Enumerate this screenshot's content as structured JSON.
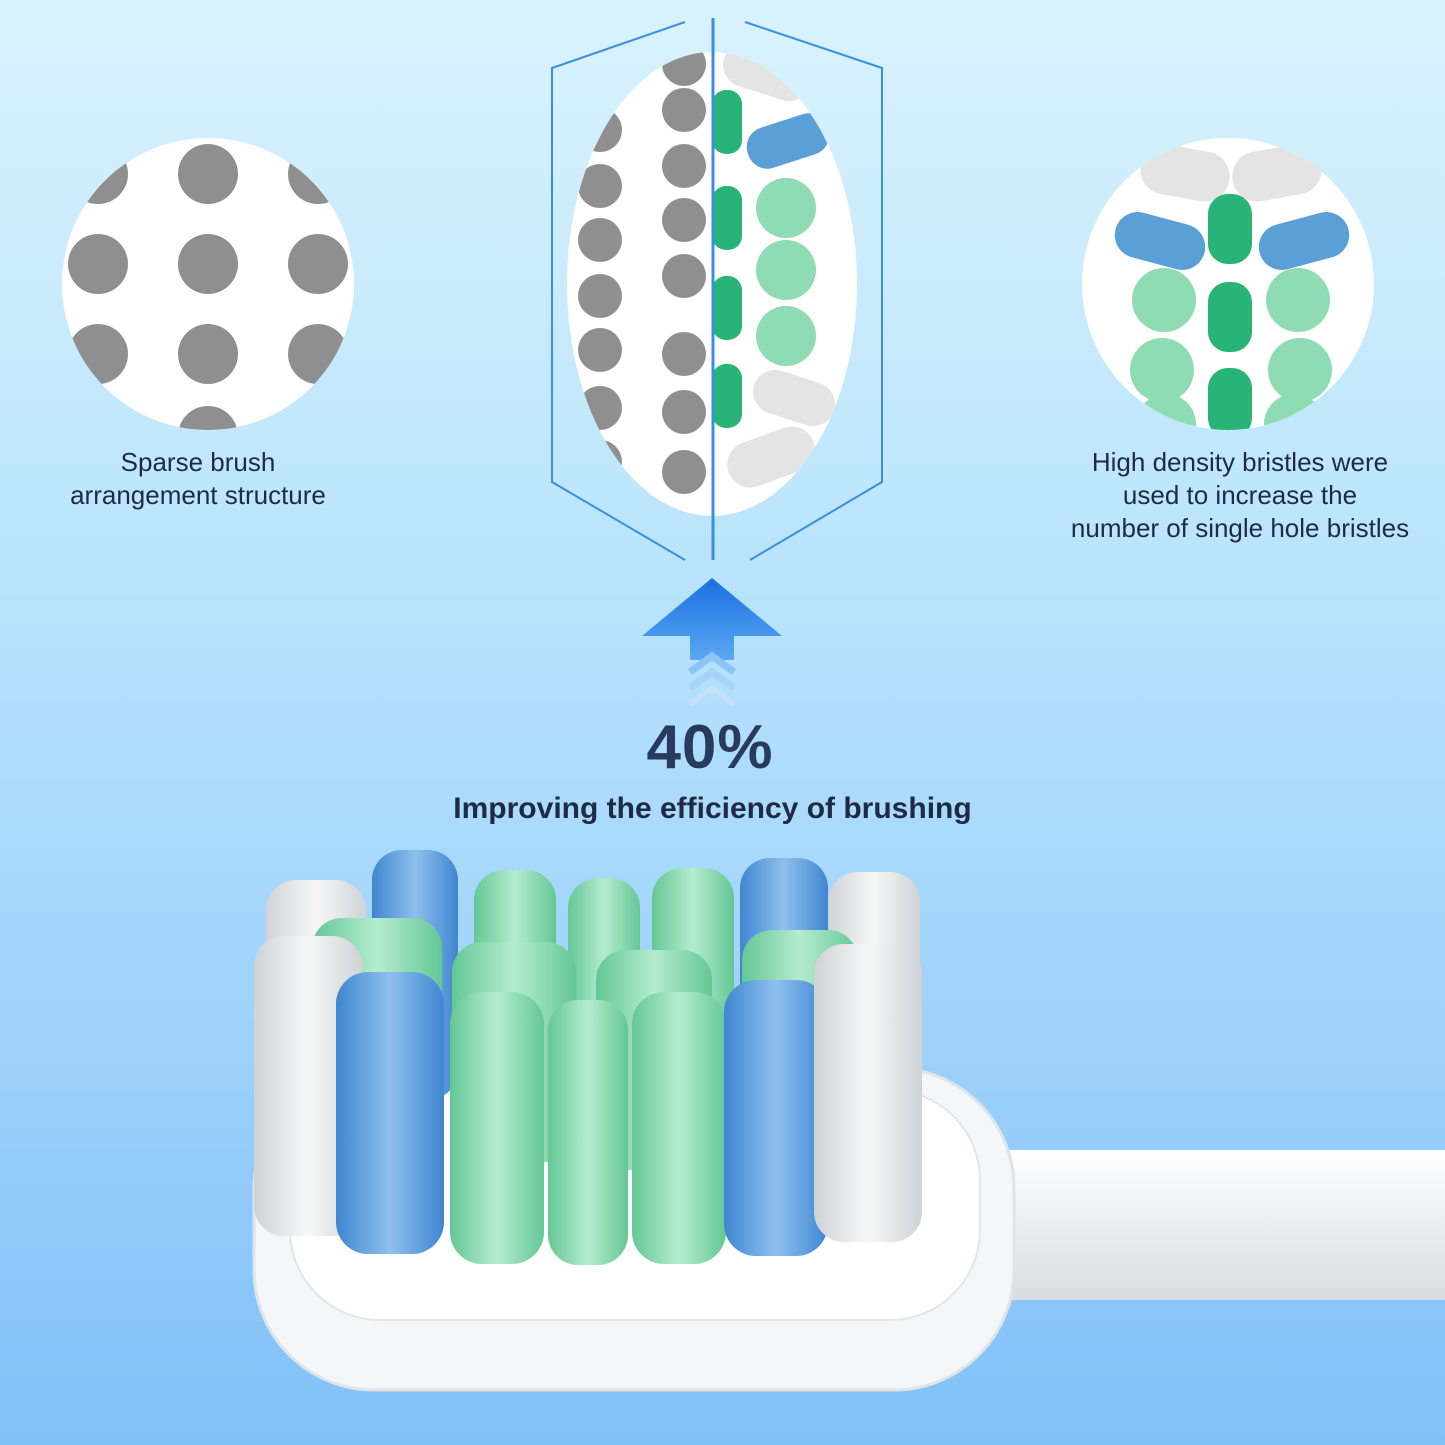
{
  "left_panel": {
    "caption_line1": "Sparse brush",
    "caption_line2": "arrangement structure"
  },
  "right_panel": {
    "caption_line1": "High density bristles were",
    "caption_line2": "used to increase the",
    "caption_line3": "number of single hole bristles"
  },
  "center": {
    "percent_value": "40%",
    "efficiency_caption": "Improving the efficiency of brushing"
  },
  "colors": {
    "bg_top": "#d9f2fd",
    "bg_bottom": "#80c0f8",
    "arrow_blue": "#1e78e6",
    "divider_blue": "#3a8fe0",
    "sparse_dot": "#8f8f8f",
    "green_light": "#8fdcb4",
    "green_dark": "#27b476",
    "blue_tuft": "#5a9fd6",
    "white_tuft": "#e6e6e6",
    "text_dark": "#1f2a44"
  },
  "icons": [
    "up-arrow-icon",
    "sparse-dots-circle",
    "dense-bristles-circle",
    "toothbrush-head-image"
  ]
}
